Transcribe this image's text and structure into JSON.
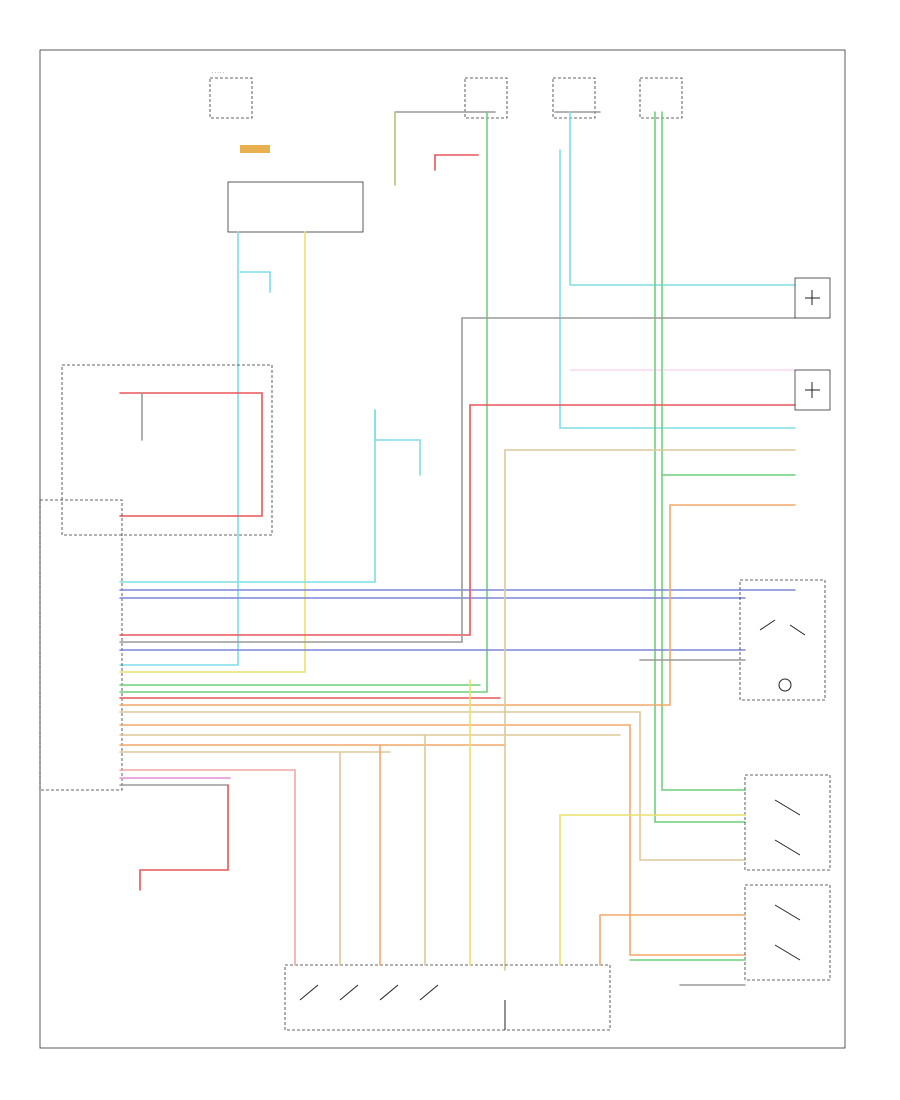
{
  "diagram": {
    "ref_code": "",
    "connectors": [
      {
        "id": "top_fuse_block",
        "label": ""
      },
      {
        "id": "top_fuse_mid",
        "label": ""
      },
      {
        "id": "top_fuse_right",
        "label": ""
      },
      {
        "id": "top_fuse_far",
        "label": ""
      },
      {
        "id": "pcm",
        "label": ""
      },
      {
        "id": "trans_range_sensor",
        "label": ""
      },
      {
        "id": "brake_switch",
        "label": ""
      },
      {
        "id": "solenoid_pack",
        "label": ""
      },
      {
        "id": "vss_top",
        "label": ""
      },
      {
        "id": "vss_mid",
        "label": ""
      },
      {
        "id": "tcc_relay_block",
        "label": ""
      },
      {
        "id": "shift_solenoid_lower",
        "label": ""
      }
    ]
  },
  "colors": {
    "red": "#e8555a",
    "pink": "#f2a6a6",
    "yellow": "#e9e06a",
    "cyan": "#7fdde6",
    "green": "#6fd07a",
    "blue": "#7d86d8",
    "orange": "#f3a86a",
    "tan": "#ddc79a",
    "magenta": "#e58ed6",
    "grey": "#9a9a9a",
    "black": "#222222"
  }
}
